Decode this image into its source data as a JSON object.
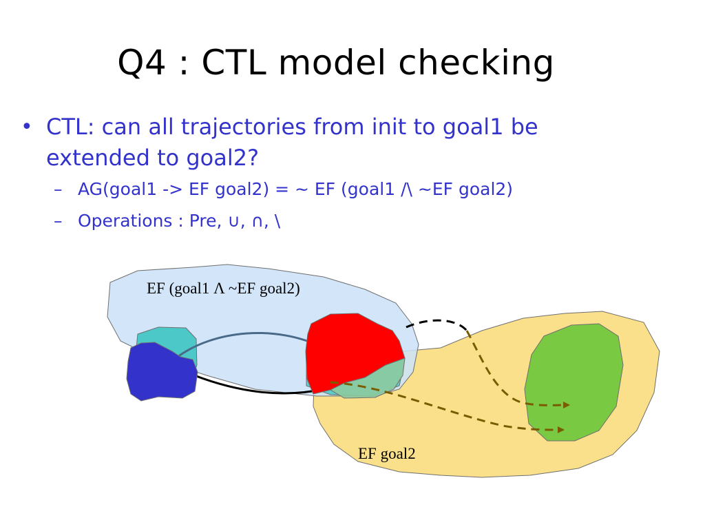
{
  "slide": {
    "title": "Q4 : CTL model checking",
    "bullet_marker": "•",
    "sub_marker": "–",
    "bullets": [
      {
        "text": "CTL: can all trajectories from init to goal1 be extended to goal2?",
        "line1": "CTL: can all trajectories from init to goal1 be",
        "line2": "extended to goal2?",
        "sub": [
          "AG(goal1 -> EF goal2) = ~ EF (goal1 /\\ ~EF goal2)",
          "Operations : Pre, ∪, ∩, \\"
        ]
      }
    ]
  },
  "diagram": {
    "region_labels": {
      "top": "EF (goal1 Λ ~EF goal2)",
      "bottom": "EF goal2"
    },
    "colors": {
      "light_blue_region": "#cde3f8",
      "yellow_region": "#fae08a",
      "init_blue": "#3333cc",
      "teal": "#4cc8c8",
      "red_goal1": "#ff0000",
      "green_goal2": "#7ac943",
      "overlap_green": "#8ccaa0",
      "arrow_dashed": "#7a5c00",
      "path_dark": "#000000",
      "path_blue": "#4a6a88"
    }
  }
}
